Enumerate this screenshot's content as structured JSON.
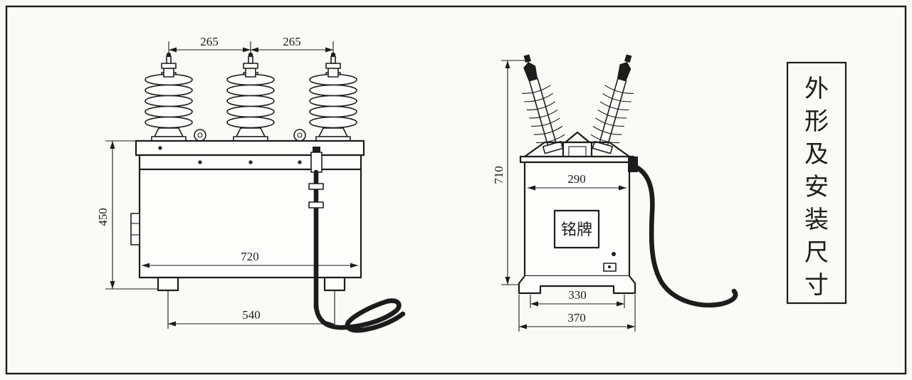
{
  "colors": {
    "ink": "#1c1c1c",
    "paper": "#fafaf7"
  },
  "title_panel": {
    "text": "外形及安装尺寸",
    "chars": [
      "外",
      "形",
      "及",
      "安",
      "装",
      "尺",
      "寸"
    ]
  },
  "front_view": {
    "dims": {
      "pitch_left": "265",
      "pitch_right": "265",
      "height": "450",
      "width": "720",
      "foot_span": "540"
    }
  },
  "side_view": {
    "dims": {
      "height": "710",
      "depth": "290",
      "foot_inner": "330",
      "foot_outer": "370"
    },
    "nameplate": "铭牌"
  }
}
